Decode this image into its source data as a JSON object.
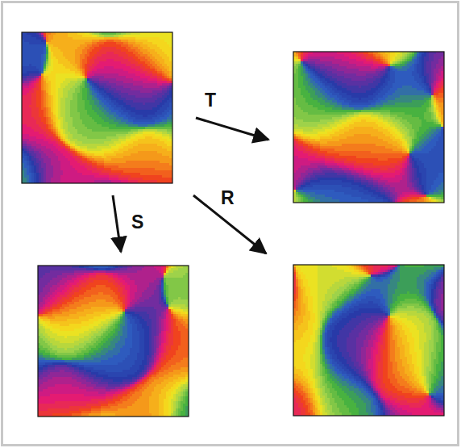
{
  "diagram": {
    "labels": [
      "T",
      "R",
      "S"
    ]
  }
}
